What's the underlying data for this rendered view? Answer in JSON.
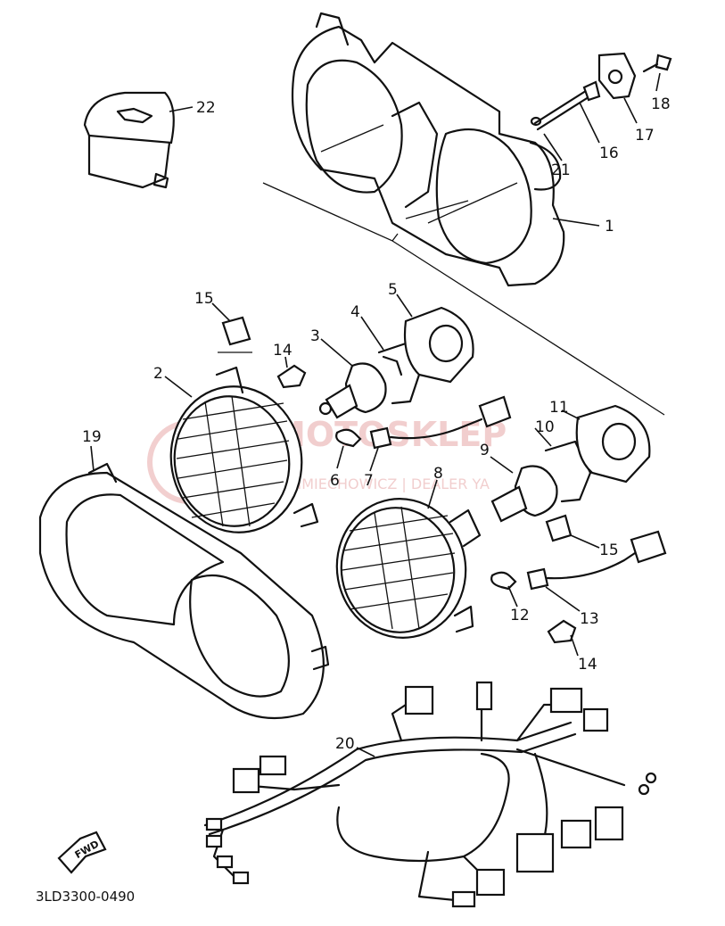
{
  "diagram_code": "3LD3300-0490",
  "fwd_label": "FWD",
  "watermark": {
    "name": "MOTOSKLEP",
    "subtitle": "CHMIECHOWICZ | DEALER YA"
  },
  "callouts": [
    {
      "id": "c1",
      "text": "1"
    },
    {
      "id": "c2",
      "text": "2"
    },
    {
      "id": "c3",
      "text": "3"
    },
    {
      "id": "c4",
      "text": "4"
    },
    {
      "id": "c5",
      "text": "5"
    },
    {
      "id": "c6",
      "text": "6"
    },
    {
      "id": "c7",
      "text": "7"
    },
    {
      "id": "c8",
      "text": "8"
    },
    {
      "id": "c9",
      "text": "9"
    },
    {
      "id": "c10",
      "text": "10"
    },
    {
      "id": "c11",
      "text": "11"
    },
    {
      "id": "c12",
      "text": "12"
    },
    {
      "id": "c13",
      "text": "13"
    },
    {
      "id": "c14a",
      "text": "14"
    },
    {
      "id": "c14b",
      "text": "14"
    },
    {
      "id": "c15a",
      "text": "15"
    },
    {
      "id": "c15b",
      "text": "15"
    },
    {
      "id": "c16",
      "text": "16"
    },
    {
      "id": "c17",
      "text": "17"
    },
    {
      "id": "c18",
      "text": "18"
    },
    {
      "id": "c19",
      "text": "19"
    },
    {
      "id": "c20",
      "text": "20"
    },
    {
      "id": "c21",
      "text": "21"
    },
    {
      "id": "c22",
      "text": "22"
    }
  ]
}
